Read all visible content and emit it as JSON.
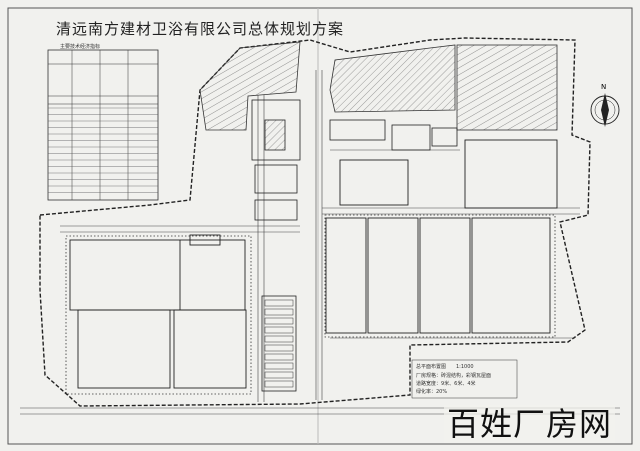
{
  "document": {
    "title": "清远南方建材卫浴有限公司总体规划方案"
  },
  "watermark": {
    "text": "百姓厂房网"
  },
  "legend_table": {
    "caption": "主要技术经济指标",
    "rows": 14
  },
  "general_plan": {
    "caption": "总平面布置图",
    "scale": "1:1000",
    "notes": [
      "厂房规格：砖混结构，彩钢瓦屋面",
      "道路宽度：9米、6米、4米",
      "绿化率：20%"
    ]
  },
  "compass": {
    "symbol": "N"
  },
  "colors": {
    "line": "#2a2a2a",
    "hatch": "#6a6a6a",
    "paper": "#f1f1ee"
  }
}
